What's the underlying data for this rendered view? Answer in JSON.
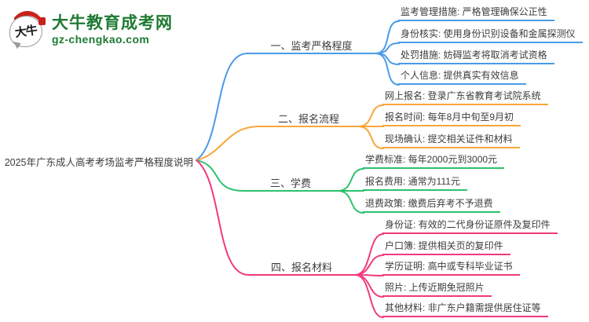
{
  "logo": {
    "icon_text": "大牛",
    "brand": "大牛教育成考网",
    "domain": "gz-chengkao.com",
    "brand_color": "#1f7a33",
    "seal_color": "#c9211c"
  },
  "root": {
    "title": "2025年广东成人高考考场监考严格程度说明"
  },
  "branches": [
    {
      "label": "一、监考严格程度",
      "color": "#4a9be8",
      "items": [
        "监考管理措施: 严格管理确保公正性",
        "身份核实: 使用身份识别设备和金属探测仪",
        "处罚措施: 妨碍监考将取消考试资格",
        "个人信息: 提供真实有效信息"
      ]
    },
    {
      "label": "二、报名流程",
      "color": "#f9a63a",
      "items": [
        "网上报名: 登录广东省教育考试院系统",
        "报名时间: 每年8月中旬至9月初",
        "现场确认: 提交相关证件和材料"
      ]
    },
    {
      "label": "三、学费",
      "color": "#2dc26e",
      "items": [
        "学费标准: 每年2000元到3000元",
        "报名费用: 通常为111元",
        "退费政策: 缴费后弃考不予退费"
      ]
    },
    {
      "label": "四、报名材料",
      "color": "#f2397e",
      "items": [
        "身份证: 有效的二代身份证原件及复印件",
        "户口簿: 提供相关页的复印件",
        "学历证明: 高中或专科毕业证书",
        "照片: 上传近期免冠照片",
        "其他材料: 非广东户籍需提供居住证等"
      ]
    }
  ]
}
